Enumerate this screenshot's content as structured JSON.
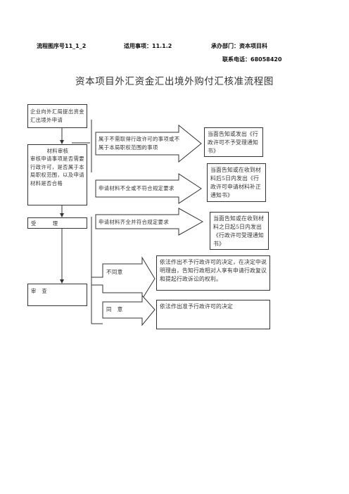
{
  "header": {
    "flow_no": "流程图序号11_1_2",
    "matter": "适用事项：11.1.2",
    "dept": "承办部门：资本项目科",
    "phone": "联系电话：68058420"
  },
  "title": "资本项目外汇资金汇出境外购付汇核准流程图",
  "left": {
    "apply": "企业向外汇局提出资金汇出境外申请",
    "review_head": "材料审核",
    "review_body": "审核申请事项是否需要行政许可，是否属于本局职权范围，以及申请材料是否合格",
    "accept": "受　　　理",
    "examine": "审　查"
  },
  "arrows": {
    "a1": "属于不需取得行政许可的事项或不属于本局职权范围的事项",
    "a2": "申请材料不全或不符合规定要求",
    "a3": "申请材料齐全并符合规定要求",
    "a4": "不同意",
    "a5": "同　意"
  },
  "results": {
    "r1": "当面告知或发出《行政许可不予受理通知书》",
    "r2": "当面告知或在收到材料后5日内发出《行政许可申请材料补正通知书》",
    "r3": "当面告知或在收到材料之日起5日内发出《行政许可受理通知书》",
    "r4": "依法作出不予行政许可的决定，在决定中说明理由，告知行政相对人享有申请行政复议和提起行政诉讼的权利。",
    "r5": "依法作出准予行政许可的决定"
  }
}
